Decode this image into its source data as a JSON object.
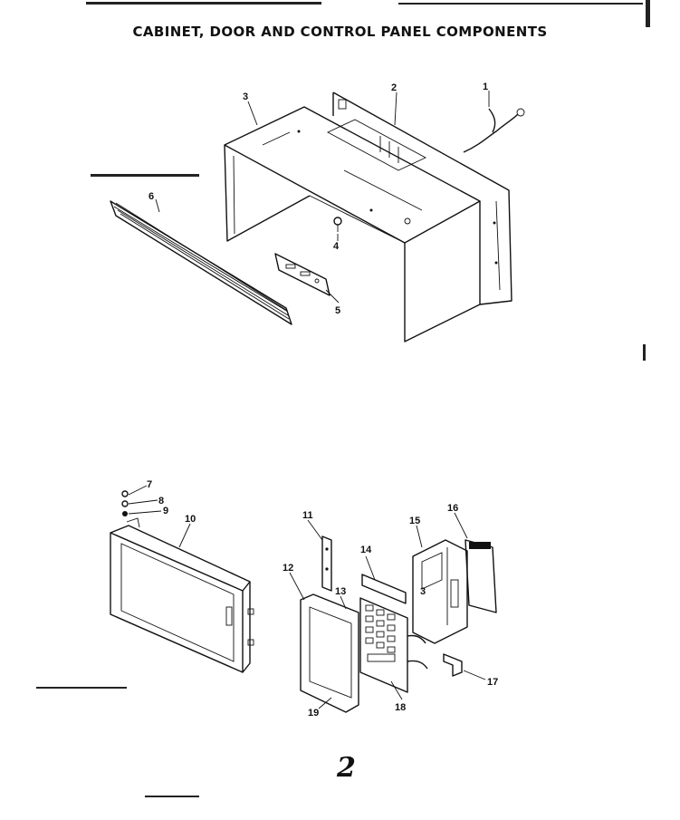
{
  "title": "CABINET, DOOR AND CONTROL PANEL COMPONENTS",
  "page_number": "2",
  "labels": {
    "p1": "1",
    "p2": "2",
    "p3": "3",
    "p4": "4",
    "p5": "5",
    "p6": "6",
    "p7": "7",
    "p8": "8",
    "p9": "9",
    "p10": "10",
    "p11": "11",
    "p12": "12",
    "p13": "13",
    "p14": "14",
    "p15": "15",
    "p16": "16",
    "p17": "17",
    "p18": "18",
    "p19": "19",
    "p3b": "3"
  }
}
